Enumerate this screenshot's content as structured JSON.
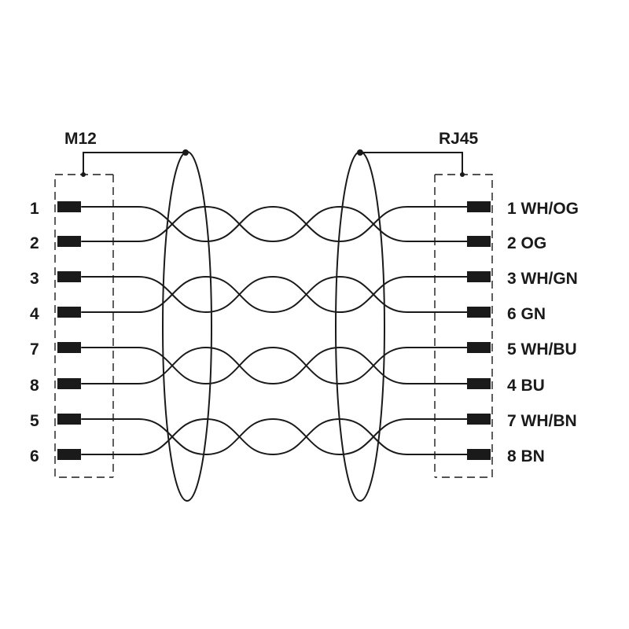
{
  "connectors": {
    "left": {
      "title": "M12",
      "pins": [
        "1",
        "2",
        "3",
        "4",
        "7",
        "8",
        "5",
        "6"
      ]
    },
    "right": {
      "title": "RJ45",
      "pins": [
        "1 WH/OG",
        "2 OG",
        "3 WH/GN",
        "6 GN",
        "5 WH/BU",
        "4 BU",
        "7 WH/BN",
        "8 BN"
      ]
    }
  },
  "colors": {
    "line": "#1a1a1a",
    "background": "#ffffff"
  }
}
